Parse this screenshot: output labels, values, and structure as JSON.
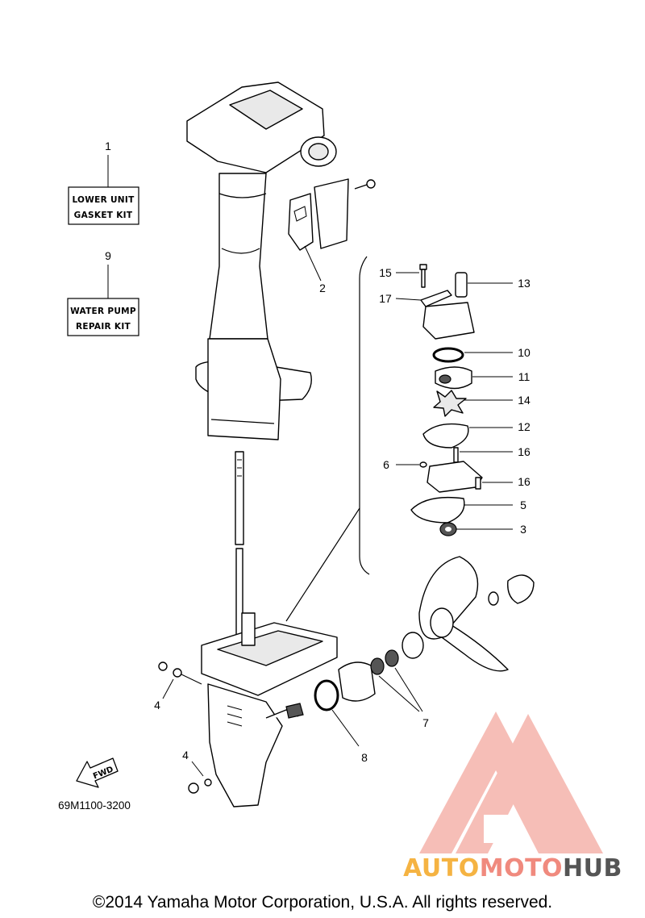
{
  "kits": [
    {
      "number": "1",
      "line1": "LOWER UNIT",
      "line2": "GASKET KIT"
    },
    {
      "number": "9",
      "line1": "WATER PUMP",
      "line2": "REPAIR KIT"
    }
  ],
  "callouts": {
    "c2": "2",
    "c3": "3",
    "c4a": "4",
    "c4b": "4",
    "c5": "5",
    "c6": "6",
    "c7": "7",
    "c8": "8",
    "c10": "10",
    "c11": "11",
    "c12": "12",
    "c13": "13",
    "c14": "14",
    "c15": "15",
    "c16a": "16",
    "c16b": "16",
    "c17": "17"
  },
  "fwd_label": "FWD",
  "diagram_code": "69M1100-3200",
  "copyright": "©2014 Yamaha Motor Corporation, U.S.A. All rights reserved.",
  "watermark": {
    "part1": "AUTO",
    "part2": "MOTO",
    "part3": "HUB",
    "color1": "#f5b342",
    "color2": "#f08a7e",
    "color3": "#555555"
  }
}
